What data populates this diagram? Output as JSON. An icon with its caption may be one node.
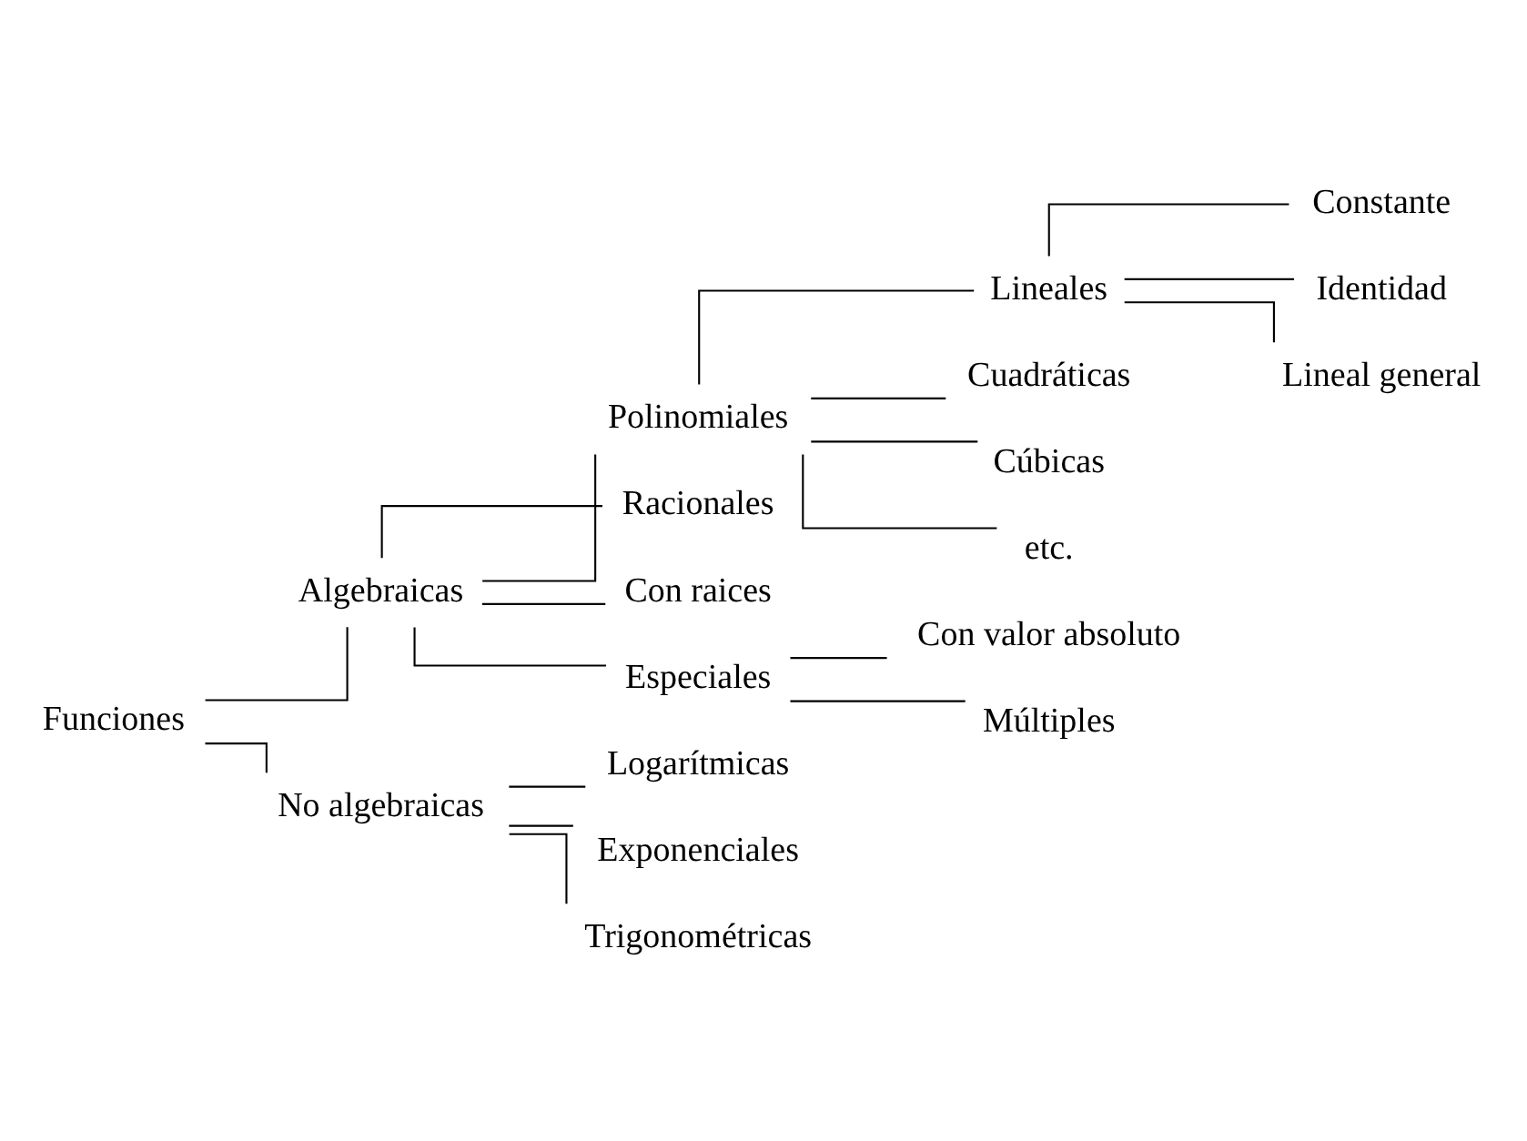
{
  "diagram": {
    "nodes": [
      {
        "text": [
          "Funciones"
        ]
      },
      {
        "text": [
          "Algebraicas"
        ]
      },
      {
        "text": [
          "Polinomiales"
        ]
      },
      {
        "text": [
          "Lineales"
        ]
      },
      {
        "text": [
          "Constante"
        ]
      },
      {
        "text": [
          "Identidad"
        ]
      },
      {
        "text": [
          "Lineal general"
        ]
      },
      {
        "text": [
          "Cuadráticas"
        ]
      },
      {
        "text": [
          "Cúbicas"
        ]
      },
      {
        "text": [
          "etc."
        ]
      },
      {
        "text": [
          "Racionales"
        ]
      },
      {
        "text": [
          "Con raices"
        ]
      },
      {
        "text": [
          "Especiales"
        ]
      },
      {
        "text": [
          "Con valor absoluto"
        ]
      },
      {
        "text": [
          "Múltiples"
        ]
      },
      {
        "text": [
          "No algebraicas"
        ]
      },
      {
        "text": [
          "Logarítmicas"
        ]
      },
      {
        "text": [
          "Exponenciales"
        ]
      },
      {
        "text": [
          "Trigonométricas"
        ]
      }
    ],
    "edges": [
      {
        "from": 0,
        "to": 1,
        "arrow": "none"
      },
      {
        "from": 1,
        "to": 2,
        "arrow": "none"
      },
      {
        "from": 2,
        "to": 3,
        "arrow": "none"
      },
      {
        "from": 3,
        "to": 4,
        "arrow": "none"
      },
      {
        "from": 3,
        "to": 5,
        "arrow": "none"
      },
      {
        "from": 3,
        "to": 6,
        "arrow": "none"
      },
      {
        "from": 2,
        "to": 7,
        "arrow": "none"
      },
      {
        "from": 2,
        "to": 8,
        "arrow": "none"
      },
      {
        "from": 2,
        "to": 9,
        "arrow": "none"
      },
      {
        "from": 1,
        "to": 10,
        "arrow": "none"
      },
      {
        "from": 1,
        "to": 11,
        "arrow": "none"
      },
      {
        "from": 1,
        "to": 12,
        "arrow": "none"
      },
      {
        "from": 12,
        "to": 13,
        "arrow": "none"
      },
      {
        "from": 12,
        "to": 14,
        "arrow": "none"
      },
      {
        "from": 0,
        "to": 15,
        "arrow": "none"
      },
      {
        "from": 15,
        "to": 16,
        "arrow": "none"
      },
      {
        "from": 15,
        "to": 17,
        "arrow": "none"
      },
      {
        "from": 15,
        "to": 18,
        "arrow": "none"
      }
    ]
  }
}
